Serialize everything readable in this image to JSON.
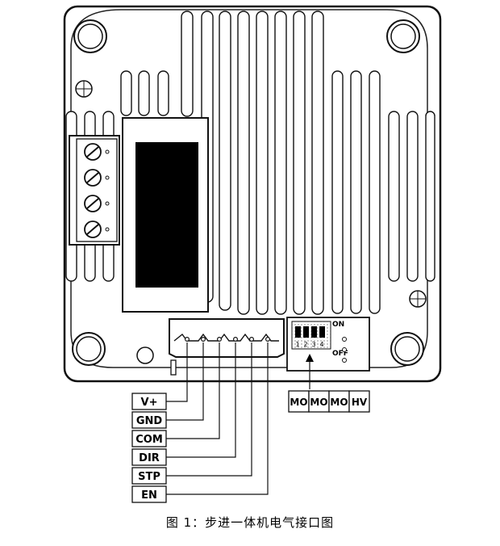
{
  "signal_labels": [
    "V+",
    "GND",
    "COM",
    "DIR",
    "STP",
    "EN"
  ],
  "mode_labels": [
    "MO",
    "MO",
    "MO",
    "HV"
  ],
  "switch": {
    "on_label": "ON",
    "off_label": "OFF",
    "positions": [
      "1",
      "2",
      "3",
      "4"
    ]
  },
  "caption": "图 1：步进一体机电气接口图"
}
